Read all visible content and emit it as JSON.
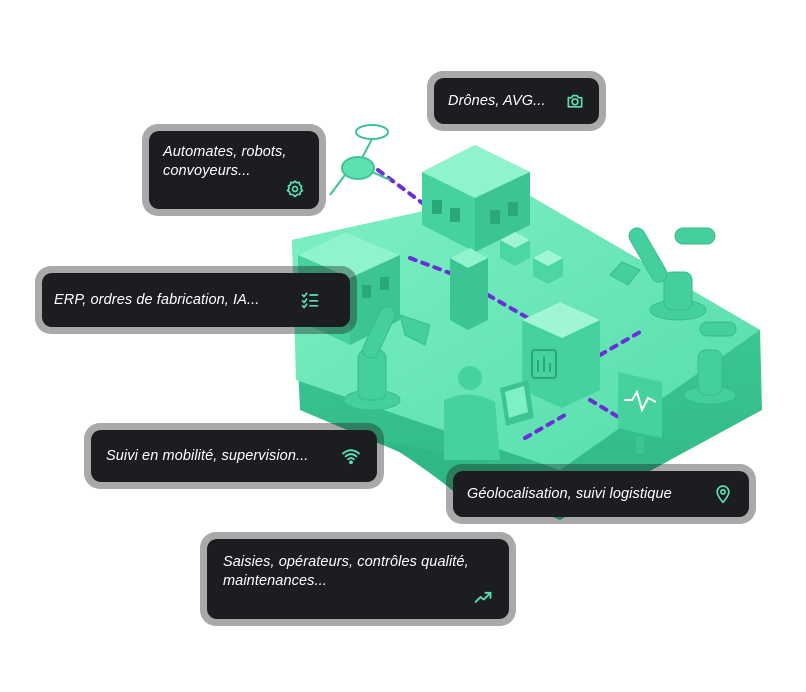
{
  "colors": {
    "accent": "#5fe0b0",
    "platform": "#5fe5b3",
    "platform_dark": "#3bc492",
    "connector": "#6a2fd6",
    "card_bg": "#1c1d21"
  },
  "cards": [
    {
      "id": "card-drones",
      "name": "label-drones-avg",
      "text": "Drônes, AVG...",
      "icon": "camera-icon"
    },
    {
      "id": "card-automates",
      "name": "label-automates-robots",
      "text": "Automates, robots,\nconvoyeurs...",
      "icon": "gear-icon"
    },
    {
      "id": "card-erp",
      "name": "label-erp",
      "text": "ERP, ordres de fabrication, IA...",
      "icon": "checklist-icon"
    },
    {
      "id": "card-mobilite",
      "name": "label-suivi-mobilite",
      "text": "Suivi en mobilité, supervision...",
      "icon": "wifi-icon"
    },
    {
      "id": "card-geoloc",
      "name": "label-geolocalisation",
      "text": "Géolocalisation, suivi logistique",
      "icon": "location-pin-icon"
    },
    {
      "id": "card-saisies",
      "name": "label-saisies-operateurs",
      "text": "Saisies, opérateurs, contrôles qualité,\nmaintenances...",
      "icon": "trend-up-icon"
    }
  ]
}
